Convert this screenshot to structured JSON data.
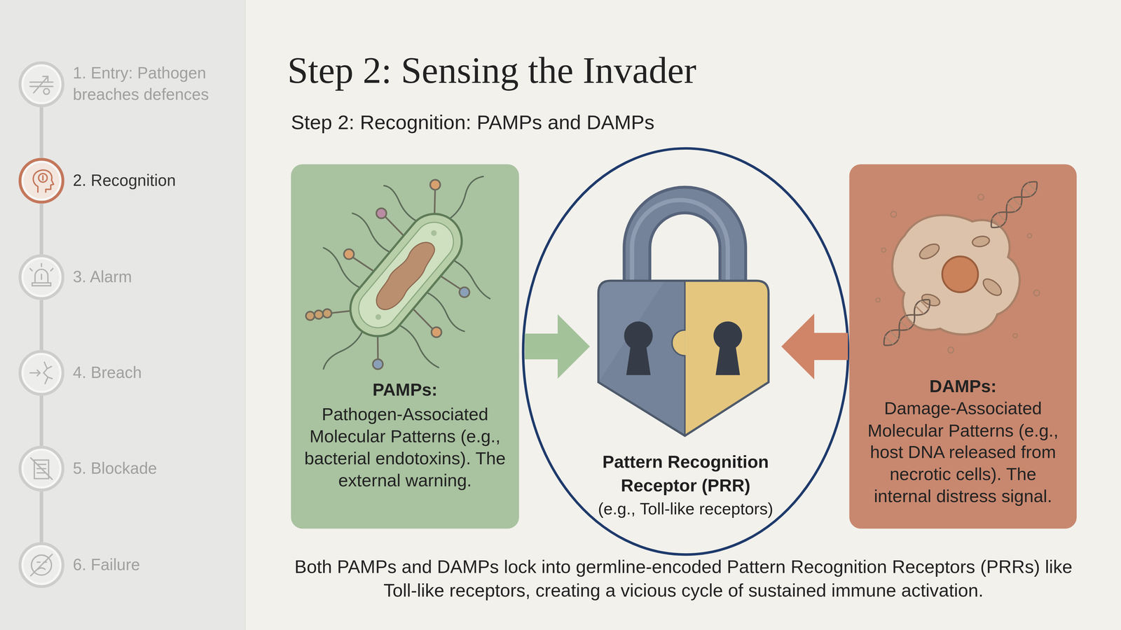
{
  "diagram": {
    "title": "Step 2: Sensing the Invader",
    "caption": "Both PAMPs and DAMPs lock into germline-encoded Pattern Recognition Receptors (PRRs) like Toll-like receptors, creating a vicious cycle of sustained immune activation.",
    "nodes": [
      {
        "text": [
          "1. Entry: Pathogen breaches defences"
        ]
      },
      {
        "text": [
          "2. Recognition"
        ]
      },
      {
        "text": [
          "3. Alarm"
        ]
      },
      {
        "text": [
          "4. Breach"
        ]
      },
      {
        "text": [
          "5. Blockade"
        ]
      },
      {
        "text": [
          "6. Failure"
        ]
      },
      {
        "text": [
          "PAMPs:",
          "Pathogen-Associated Molecular Patterns (e.g., bacterial endotoxins). The external warning."
        ]
      },
      {
        "text": [
          "Pattern Recognition Receptor (PRR)",
          "(e.g., Toll-like receptors)"
        ]
      },
      {
        "text": [
          "DAMPs:",
          "Damage-Associated Molecular Patterns (e.g., host DNA released from necrotic cells). The internal distress signal."
        ]
      }
    ],
    "edges": [
      {
        "from": 0,
        "to": 1,
        "arrow": "none"
      },
      {
        "from": 1,
        "to": 2,
        "arrow": "none"
      },
      {
        "from": 2,
        "to": 3,
        "arrow": "none"
      },
      {
        "from": 3,
        "to": 4,
        "arrow": "none"
      },
      {
        "from": 4,
        "to": 5,
        "arrow": "none"
      },
      {
        "from": 6,
        "to": 7,
        "arrow": "to"
      },
      {
        "from": 8,
        "to": 7,
        "arrow": "to"
      }
    ],
    "labels": [
      "Step 2: Recognition: PAMPs and DAMPs"
    ]
  }
}
